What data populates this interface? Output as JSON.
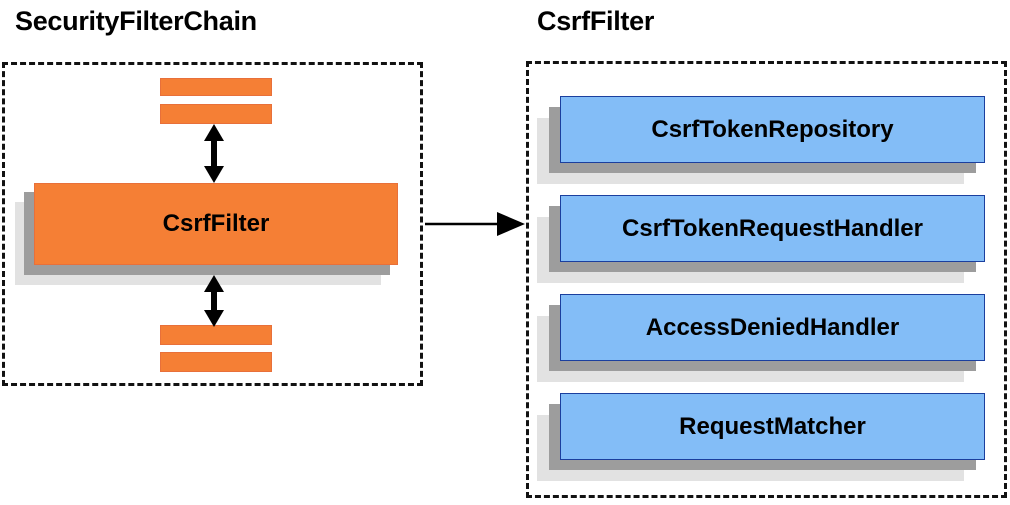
{
  "diagram": {
    "title_left": "SecurityFilterChain",
    "title_right": "CsrfFilter",
    "left_panel": {
      "center_box_label": "CsrfFilter",
      "top_bars_count": 2,
      "bottom_bars_count": 2,
      "arrows": [
        {
          "name": "arrow-top-double",
          "direction": "double-vertical"
        },
        {
          "name": "arrow-bottom-double",
          "direction": "double-vertical"
        }
      ]
    },
    "connector": {
      "name": "arrow-left-to-right",
      "direction": "right"
    },
    "right_panel": {
      "boxes": [
        {
          "label": "CsrfTokenRepository"
        },
        {
          "label": "CsrfTokenRequestHandler"
        },
        {
          "label": "AccessDeniedHandler"
        },
        {
          "label": "RequestMatcher"
        }
      ]
    },
    "colors": {
      "orange": "#f57f35",
      "orange_border": "#e8703a",
      "blue": "#83bdf7",
      "blue_border": "#1b3f9e",
      "shadow_dark": "#9d9d9d",
      "shadow_light": "#e2e2e2",
      "outline": "#121212",
      "text": "#000000",
      "background": "#ffffff"
    }
  }
}
